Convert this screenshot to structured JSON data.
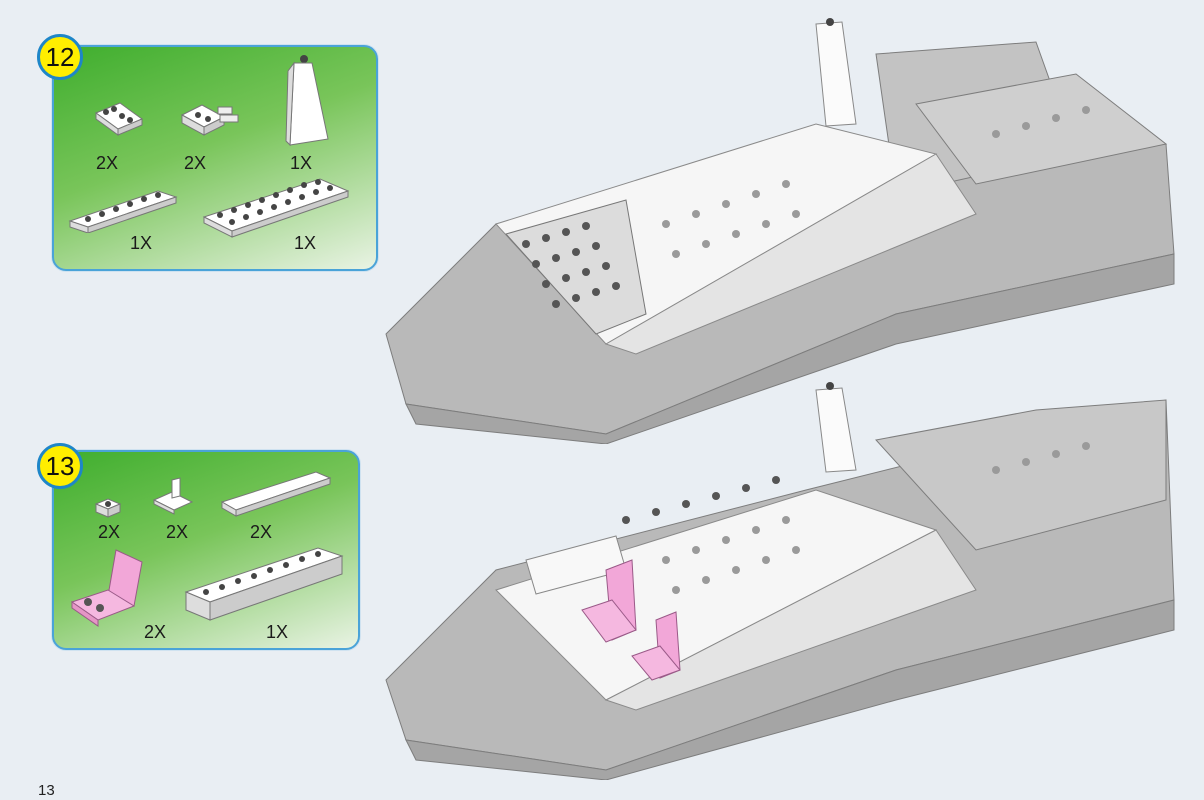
{
  "page": {
    "number": "13"
  },
  "steps": [
    {
      "number": "12",
      "parts": [
        {
          "icon": "plate-1x4-white-icon",
          "qty": "2X"
        },
        {
          "icon": "plate-hinge-white-icon",
          "qty": "2X"
        },
        {
          "icon": "slope-tall-white-icon",
          "qty": "1X"
        },
        {
          "icon": "plate-1x6-white-icon",
          "qty": "1X"
        },
        {
          "icon": "plate-2x8-white-icon",
          "qty": "1X"
        }
      ]
    },
    {
      "number": "13",
      "parts": [
        {
          "icon": "brick-1x1-white-icon",
          "qty": "2X"
        },
        {
          "icon": "bracket-white-icon",
          "qty": "2X"
        },
        {
          "icon": "tile-1x8-white-icon",
          "qty": "2X"
        },
        {
          "icon": "seat-pink-icon",
          "qty": "2X"
        },
        {
          "icon": "brick-1x8-white-icon",
          "qty": "1X"
        }
      ]
    }
  ],
  "colors": {
    "panel_border": "#4aa3d8",
    "panel_green": "#3fae2e",
    "badge_fill": "#ffee00",
    "hull_gray": "#b9b9b9",
    "seat_pink": "#f2a7d8"
  }
}
